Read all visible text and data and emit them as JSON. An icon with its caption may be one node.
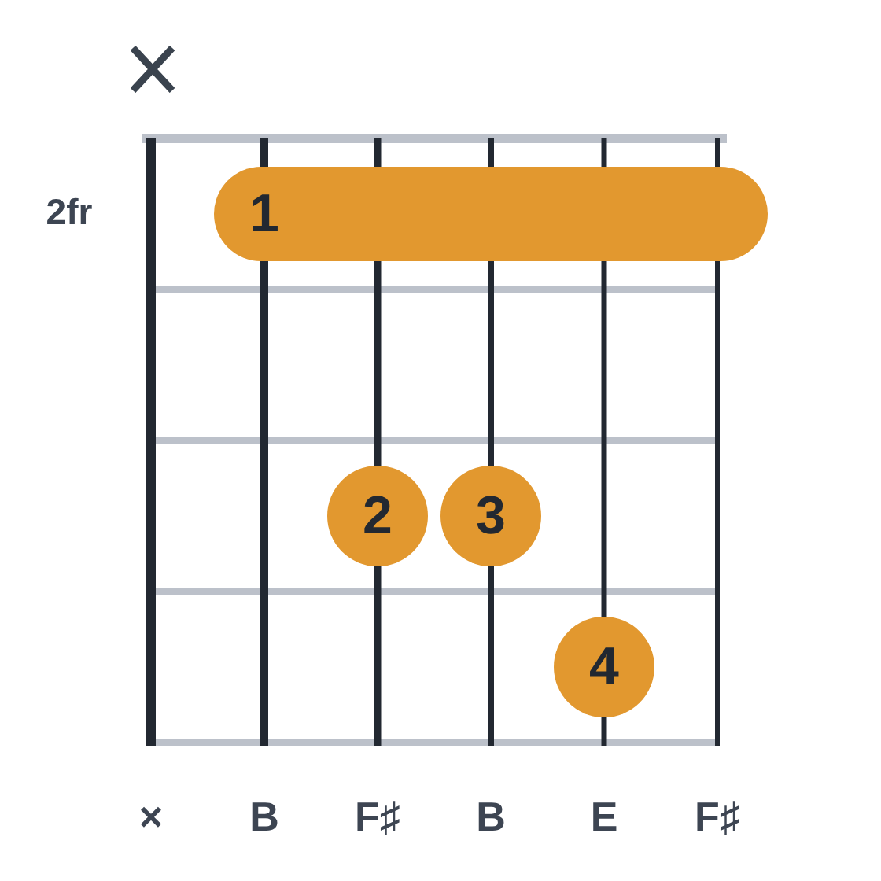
{
  "diagram": {
    "nodes": [
      {
        "text": [
          "1"
        ]
      },
      {
        "text": [
          "2"
        ]
      },
      {
        "text": [
          "3"
        ]
      },
      {
        "text": [
          "4"
        ]
      }
    ],
    "labels": [
      "2fr",
      "×",
      "B",
      "F♯",
      "B",
      "E",
      "F♯"
    ]
  }
}
